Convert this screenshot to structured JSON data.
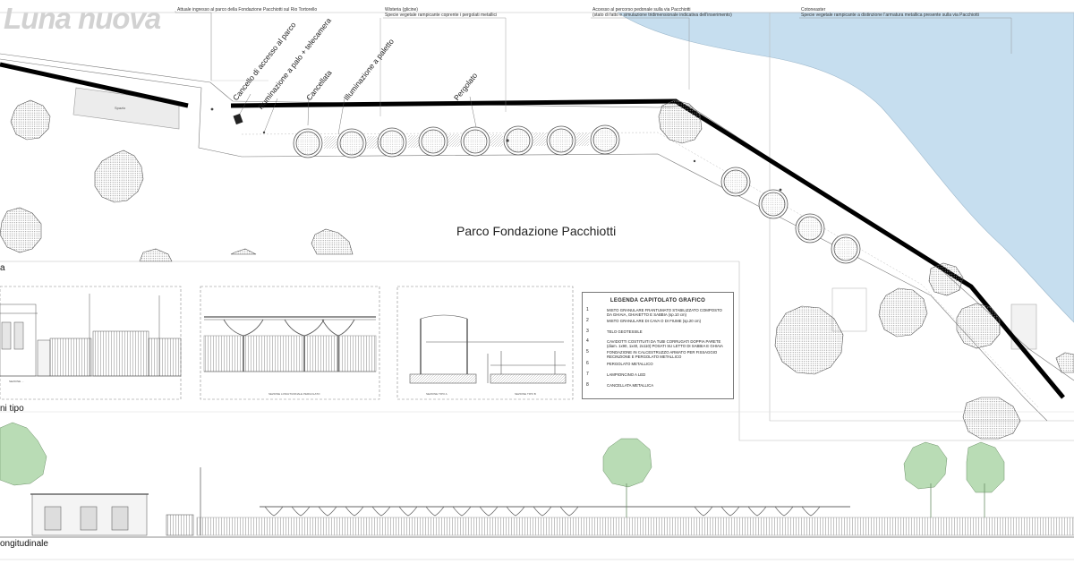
{
  "title": "Luna nuova",
  "park_label": "Parco Fondazione Pacchiotti",
  "callouts": [
    "Cancello di accesso al parco",
    "Illuminazione a palo + telecamera",
    "Cancellata",
    "Illuminazione a paletto",
    "Pergolato"
  ],
  "top_notes": [
    {
      "title": "Attuale ingresso al parco della Fondazione Pacchiotti sul Rio Tortorello",
      "body": ""
    },
    {
      "title": "Wisteria (glicine)",
      "body": "Specie vegetale rampicante coprente i pergolati metallici"
    },
    {
      "title": "Accesso al percorso pedonale sulla via Pacchiotti",
      "body": "(stato di fatto e simulazione tridimensionale indicativa dell'inserimento)"
    },
    {
      "title": "Cotoneaster",
      "body": "Specie vegetale rampicante a distinzione l'armatura metallica presente sulla via Pacchiotti"
    }
  ],
  "small_labels": {
    "building": "Spazio"
  },
  "section_labels": {
    "plan": "a",
    "typical": "ni tipo",
    "longitudinal": "ongitudinale"
  },
  "section_captions": [
    "SEZIONE ...",
    "SEZIONE LONGITUDINALE PERGOLATO",
    "SEZIONE TIPO A",
    "SEZIONE TIPO B"
  ],
  "legend": {
    "title": "LEGENDA CAPITOLATO GRAFICO",
    "items": [
      {
        "n": "1",
        "text": "MISTO GRANULARE FRANTUMATO STABILIZZATO COMPOSTO DA GHIAIA, GHIAIETTO E SABBIA (sp.10 cm)"
      },
      {
        "n": "2",
        "text": "MISTO GRANULARE DI CAVA O DI FIUME (sp.20 cm)"
      },
      {
        "n": "3",
        "text": "TELO GEOTESSILE"
      },
      {
        "n": "4",
        "text": "CAVIDOTTI COSTITUITI DA TUBI CORRUGATI DOPPIA PARETE (diam. 1x90, 1x40, 2x110) POSATI SU LETTO DI SABBIA E GHIAIA"
      },
      {
        "n": "5",
        "text": "FONDAZIONE IN CALCESTRUZZO ARMATO PER FISSAGGIO RECINZIONE E PERGOLATO METALLICO"
      },
      {
        "n": "6",
        "text": "PERGOLATO METALLICO"
      },
      {
        "n": "7",
        "text": "LAMPIONCINO A LED"
      },
      {
        "n": "8",
        "text": "CANCELLATA METALLICA"
      }
    ]
  },
  "colors": {
    "river": "#c6deef",
    "tree_fill": "#e9e9e9",
    "tree_stroke": "#555555",
    "wall": "#000000",
    "green_tree": "#b9dcb5"
  }
}
